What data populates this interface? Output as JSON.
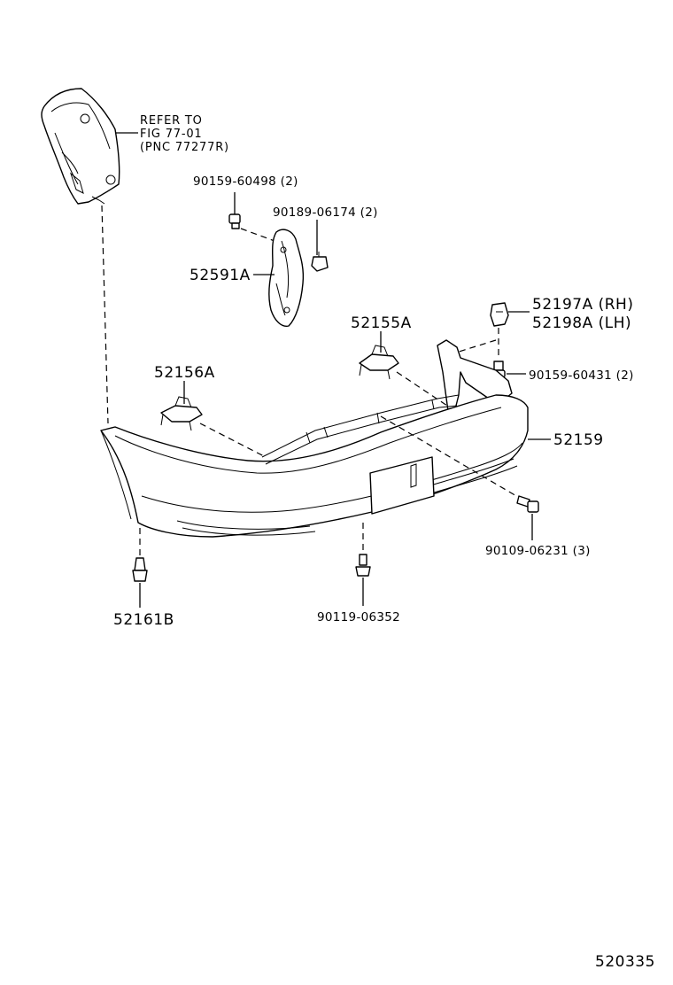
{
  "diagram": {
    "refer_note": [
      "REFER TO",
      "FIG 77-01",
      "(PNC 77277R)"
    ],
    "parts": {
      "p90159_60498": "90159-60498 (2)",
      "p90189_06174": "90189-06174 (2)",
      "p52591A": "52591A",
      "p52197A": "52197A (RH)",
      "p52198A": "52198A (LH)",
      "p52155A": "52155A",
      "p52156A": "52156A",
      "p90159_60431": "90159-60431 (2)",
      "p52159": "52159",
      "p90109_06231": "90109-06231 (3)",
      "p90119_06352": "90119-06352",
      "p52161B": "52161B"
    },
    "figure_number": "520335"
  }
}
